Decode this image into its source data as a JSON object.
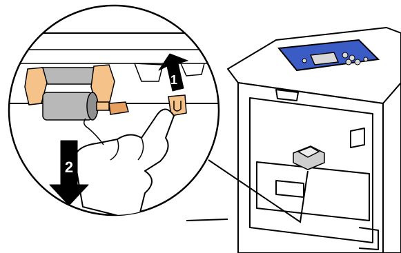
{
  "steps": [
    {
      "number": "1",
      "direction": "up",
      "action": "lift-latch"
    },
    {
      "number": "2",
      "direction": "down",
      "action": "pull-roller"
    }
  ],
  "colors": {
    "line": "#000000",
    "background": "#ffffff",
    "roller": "#b8b8b8",
    "roller_dark": "#8f8f8f",
    "latch": "#f5c28a",
    "latch_dark": "#e8a060",
    "control_panel": "#3b5cc4",
    "panel_screen": "#d8d8d8",
    "arrow": "#000000"
  },
  "icons": [
    "printer",
    "control-panel",
    "pick-roller",
    "latch",
    "hand",
    "arrow-up",
    "arrow-down",
    "callout-magnifier"
  ]
}
